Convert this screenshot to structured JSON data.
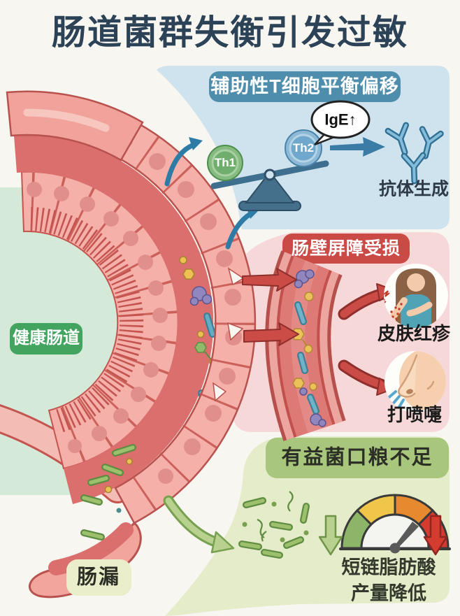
{
  "title": "肠道菌群失衡引发过敏",
  "left_labels": {
    "healthy_gut": "健康肠道",
    "leaky_gut": "肠漏"
  },
  "th_panel": {
    "header": "辅助性T细胞平衡偏移",
    "th1": "Th1",
    "th2": "Th2",
    "ige_bubble": "IgE↑",
    "antibody_label": "抗体生成"
  },
  "barrier_panel": {
    "header": "肠壁屏障受损",
    "skin_label": "皮肤红疹",
    "sneeze_label": "打喷嚏"
  },
  "scfa_panel": {
    "header": "有益菌口粮不足",
    "scfa_line1": "短链脂肪酸",
    "scfa_line2": "产量降低"
  },
  "colors": {
    "background": "#f8f6f1",
    "title_text": "#2c4256",
    "panel_blue": "#cfe3ee",
    "panel_pink": "#f7d8d8",
    "panel_green": "#e5ecc9",
    "pill_teal": "#4f8dac",
    "pill_red": "#ca4a46",
    "pill_green": "#a9c77c",
    "pill_healthy_green": "#43a45f",
    "pill_leaky": "#eaeecb",
    "lumen_mint": "#d5e9d8",
    "cell_pink": "#f5b1a9",
    "cell_outline": "#c4544f",
    "band_red": "#d96f6b",
    "arrow_blue": "#2e7ca6",
    "arrow_red": "#cb4b47",
    "bacteria_green": "#9cc06c",
    "gauge_segments": [
      "#8cb568",
      "#f0c64a",
      "#e6892f",
      "#d43c30"
    ]
  }
}
